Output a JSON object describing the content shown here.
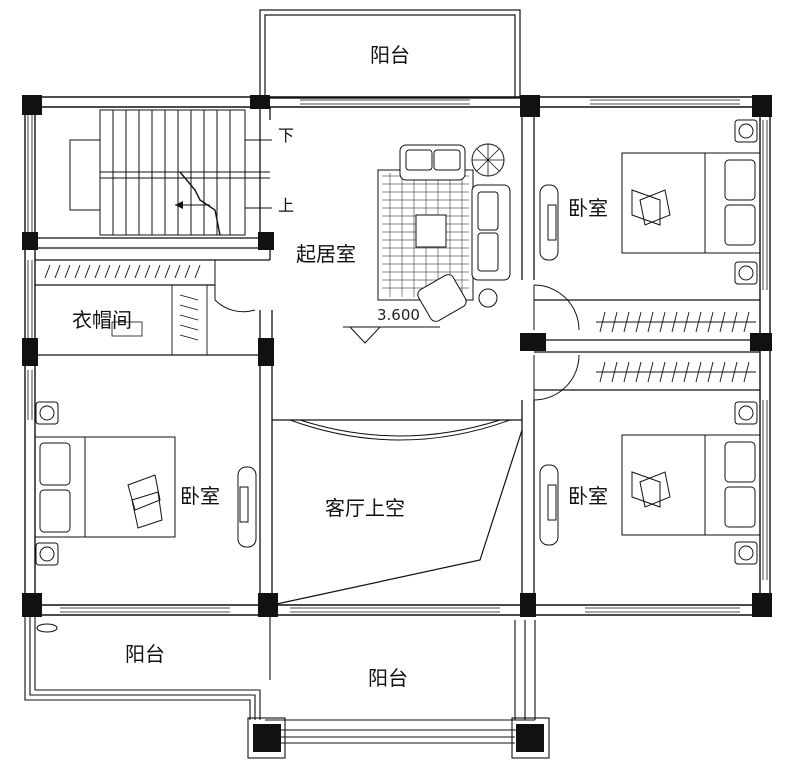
{
  "rooms": {
    "balcony_top": "阳台",
    "living_room": "起居室",
    "cloakroom": "衣帽间",
    "bedroom_top_right": "卧室",
    "bedroom_left": "卧室",
    "bedroom_bottom_right": "卧室",
    "double_height_void": "客厅上空",
    "balcony_bottom_left": "阳台",
    "balcony_bottom": "阳台"
  },
  "stairs": {
    "down": "下",
    "up": "上"
  },
  "elevation": "3.600",
  "colors": {
    "line": "#111111",
    "column": "#111111",
    "background": "#ffffff"
  }
}
